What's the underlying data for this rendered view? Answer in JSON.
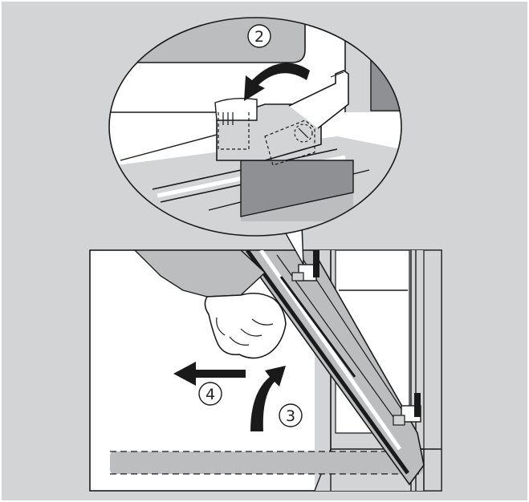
{
  "steps": {
    "step_2": "2",
    "step_3": "3",
    "step_4": "4"
  },
  "colors": {
    "background_panel": "#d3d4d6",
    "scene_white": "#ffffff",
    "line": "#1a1a1a",
    "grey_part": "#bcbdbf",
    "dark_grey": "#8e9093",
    "arrow": "#1a1a1a"
  }
}
